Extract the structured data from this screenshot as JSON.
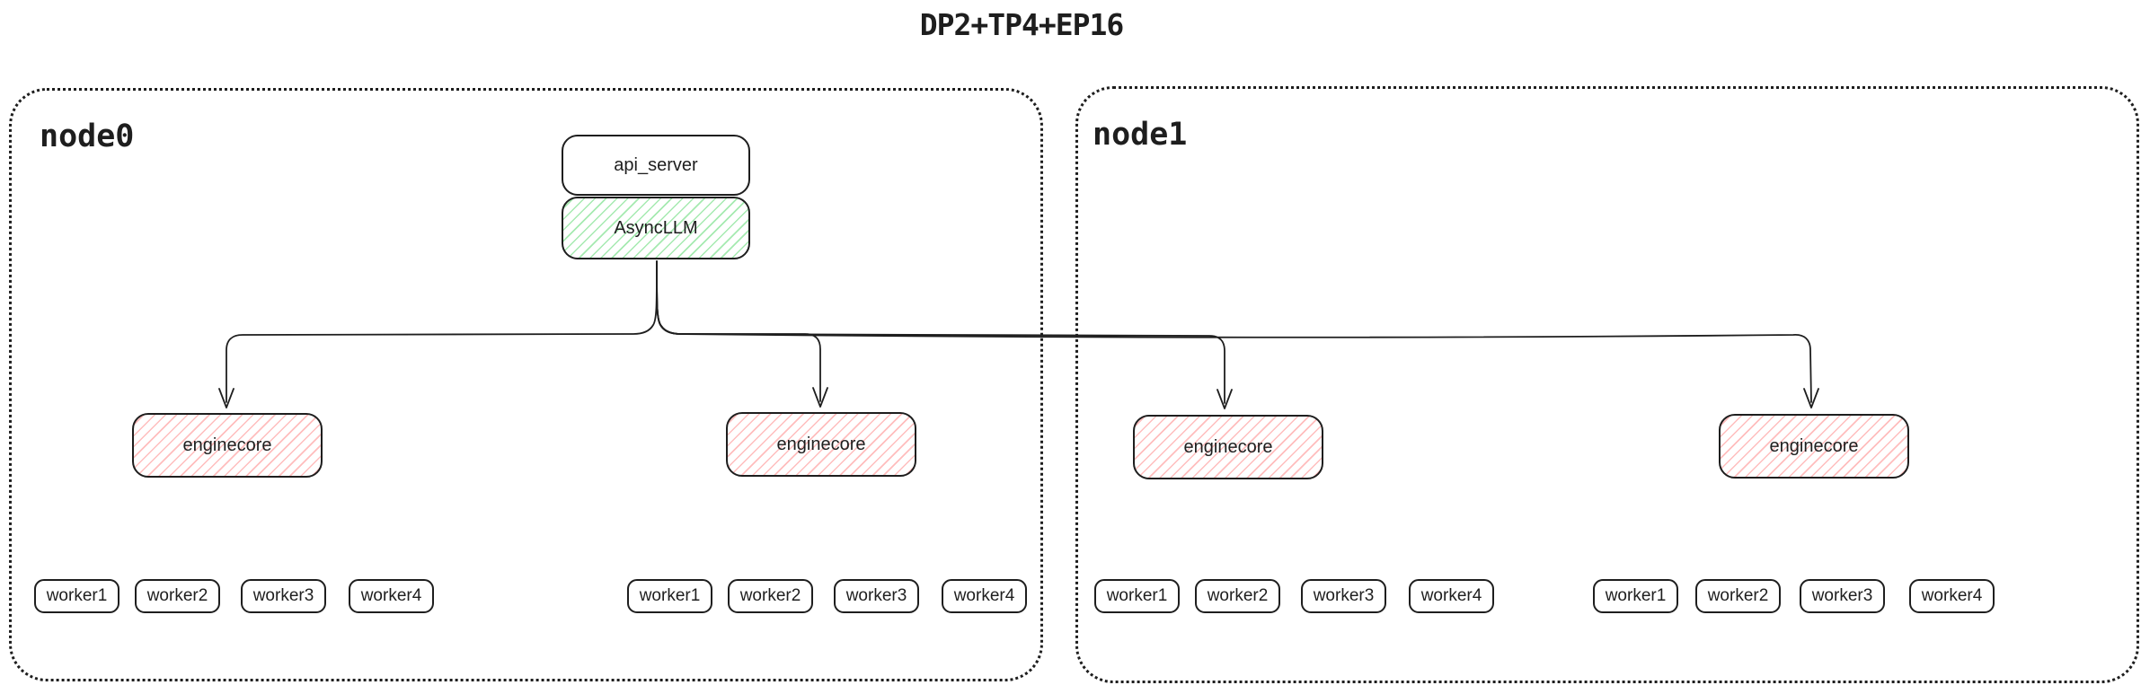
{
  "title": "DP2+TP4+EP16",
  "colors": {
    "ink": "#1e1e1e",
    "green_hatch": "#69db7c",
    "red_hatch": "#ffa8a8",
    "background": "#ffffff"
  },
  "node0": {
    "label": "node0",
    "api_server_label": "api_server",
    "async_llm_label": "AsyncLLM",
    "enginecores": [
      "enginecore",
      "enginecore"
    ],
    "worker_groups": [
      [
        "worker1",
        "worker2",
        "worker3",
        "worker4"
      ],
      [
        "worker1",
        "worker2",
        "worker3",
        "worker4"
      ]
    ]
  },
  "node1": {
    "label": "node1",
    "enginecores": [
      "enginecore",
      "enginecore"
    ],
    "worker_groups": [
      [
        "worker1",
        "worker2",
        "worker3",
        "worker4"
      ],
      [
        "worker1",
        "worker2",
        "worker3",
        "worker4"
      ]
    ]
  }
}
